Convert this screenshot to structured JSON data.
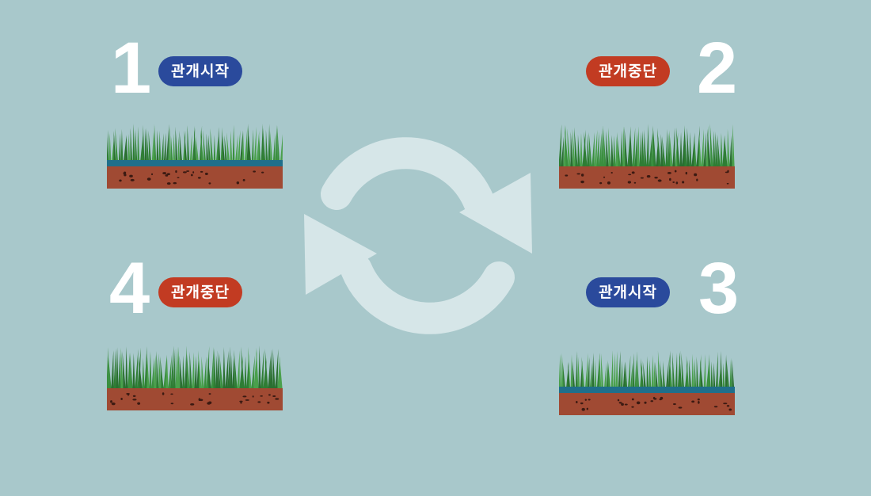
{
  "steps": [
    {
      "number": "1",
      "label": "관개시작",
      "state": "irrigating"
    },
    {
      "number": "2",
      "label": "관개중단",
      "state": "stopped"
    },
    {
      "number": "3",
      "label": "관개시작",
      "state": "irrigating"
    },
    {
      "number": "4",
      "label": "관개중단",
      "state": "stopped"
    }
  ],
  "colors": {
    "background": "#a8c8cb",
    "start_badge": "#2a4a9c",
    "stop_badge": "#c23b22",
    "grass": "#3a8f3e",
    "water": "#1f6f8b",
    "soil": "#a04a33",
    "cycle_arrows": "#d6e6e8"
  },
  "icons": {
    "center": "cycle-arrows-icon"
  }
}
